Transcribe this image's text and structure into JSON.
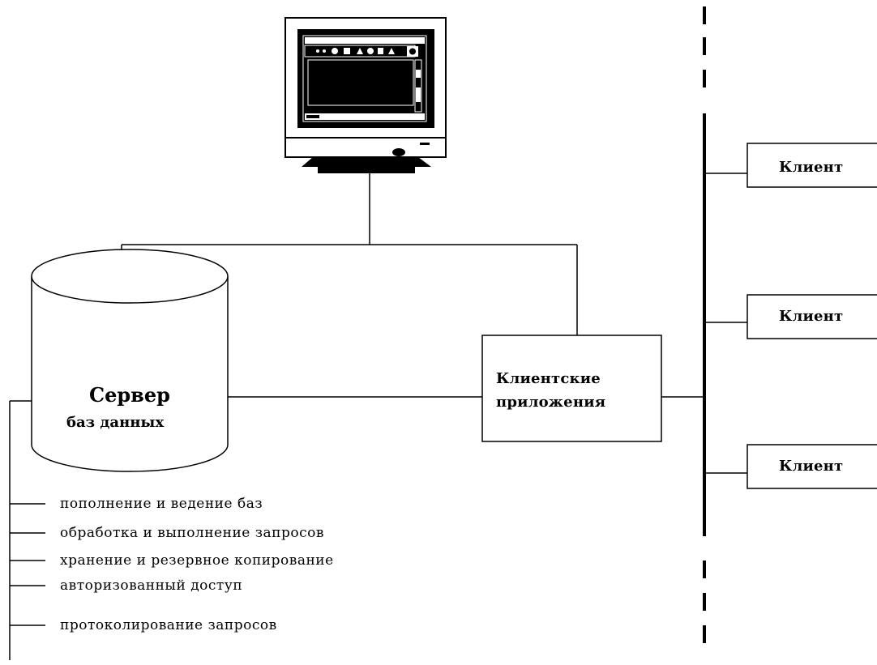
{
  "server": {
    "title": "Сервер",
    "subtitle": "баз данных"
  },
  "client_apps": {
    "line1": "Клиентские",
    "line2": "приложения"
  },
  "clients": [
    {
      "label": "Клиент"
    },
    {
      "label": "Клиент"
    },
    {
      "label": "Клиент"
    }
  ],
  "server_functions": [
    "пополнение и ведение баз",
    "обработка и выполнение запросов",
    "хранение и резервное копирование",
    "авторизованный доступ",
    "протоколирование запросов"
  ],
  "colors": {
    "line": "#000000",
    "background": "#ffffff"
  }
}
